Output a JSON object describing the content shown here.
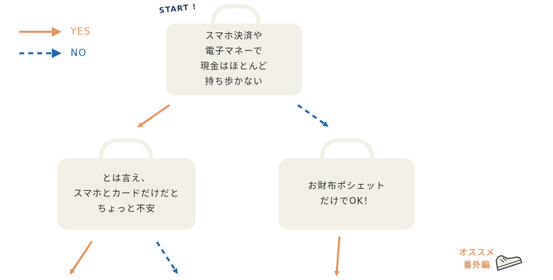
{
  "legend": {
    "yes_label": "YES",
    "no_label": "NO",
    "yes_color": "#e3965f",
    "no_color": "#1e6aad"
  },
  "start_label": "START !",
  "nodes": {
    "top": {
      "lines": [
        "スマホ決済や",
        "電子マネーで",
        "現金はほとんど",
        "持ち歩かない"
      ]
    },
    "left": {
      "lines": [
        "とは言え、",
        "スマホとカードだけだと",
        "ちょっと不安"
      ]
    },
    "right": {
      "lines": [
        "お財布ポシェット",
        "だけでOK！"
      ]
    }
  },
  "extra": {
    "line1": "オススメ",
    "line2": "番外編",
    "icon": "sneaker-icon"
  },
  "colors": {
    "bag_fill": "#f2efe6",
    "text": "#2f2f2f",
    "start_text": "#2e3f5c"
  }
}
